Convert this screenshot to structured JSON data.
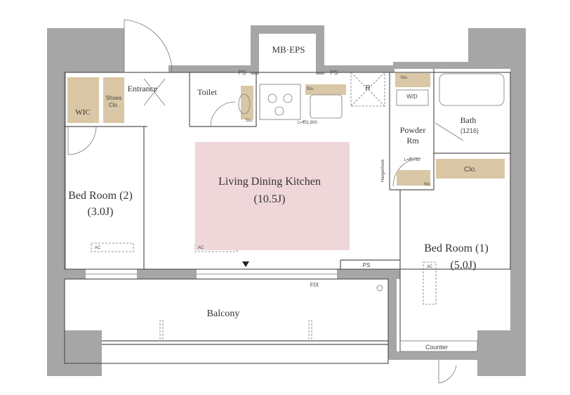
{
  "rooms": {
    "mb_eps": "MB·EPS",
    "entrance": "Entrance",
    "toilet": "Toilet",
    "wic": "WIC",
    "shoes_clo": [
      "Shoes",
      "Clo."
    ],
    "living": {
      "name": "Living Dining Kitchen",
      "size": "(10.5J)"
    },
    "bed2": {
      "name": "Bed Room (2)",
      "size": "(3.0J)"
    },
    "bed1": {
      "name": "Bed Room (1)",
      "size": "(5.0J)"
    },
    "powder": [
      "Powder",
      "Rm"
    ],
    "bath": {
      "name": "Bath",
      "size": "(1216)"
    },
    "clo": "Clo.",
    "balcony": "Balcony",
    "counter": "Counter"
  },
  "marks": {
    "ps": "PS",
    "sto": "Sto.",
    "r": "R",
    "wd": "W/D",
    "ac": "AC",
    "fix": "FIX",
    "kitchen_len": "L=約1,800",
    "vanity_len": "L=約750",
    "hangerhook": "Hangerhook"
  },
  "colors": {
    "wall": "#a6a6a6",
    "wood": "#d9c7a6",
    "highlight": "#efd6d8"
  }
}
